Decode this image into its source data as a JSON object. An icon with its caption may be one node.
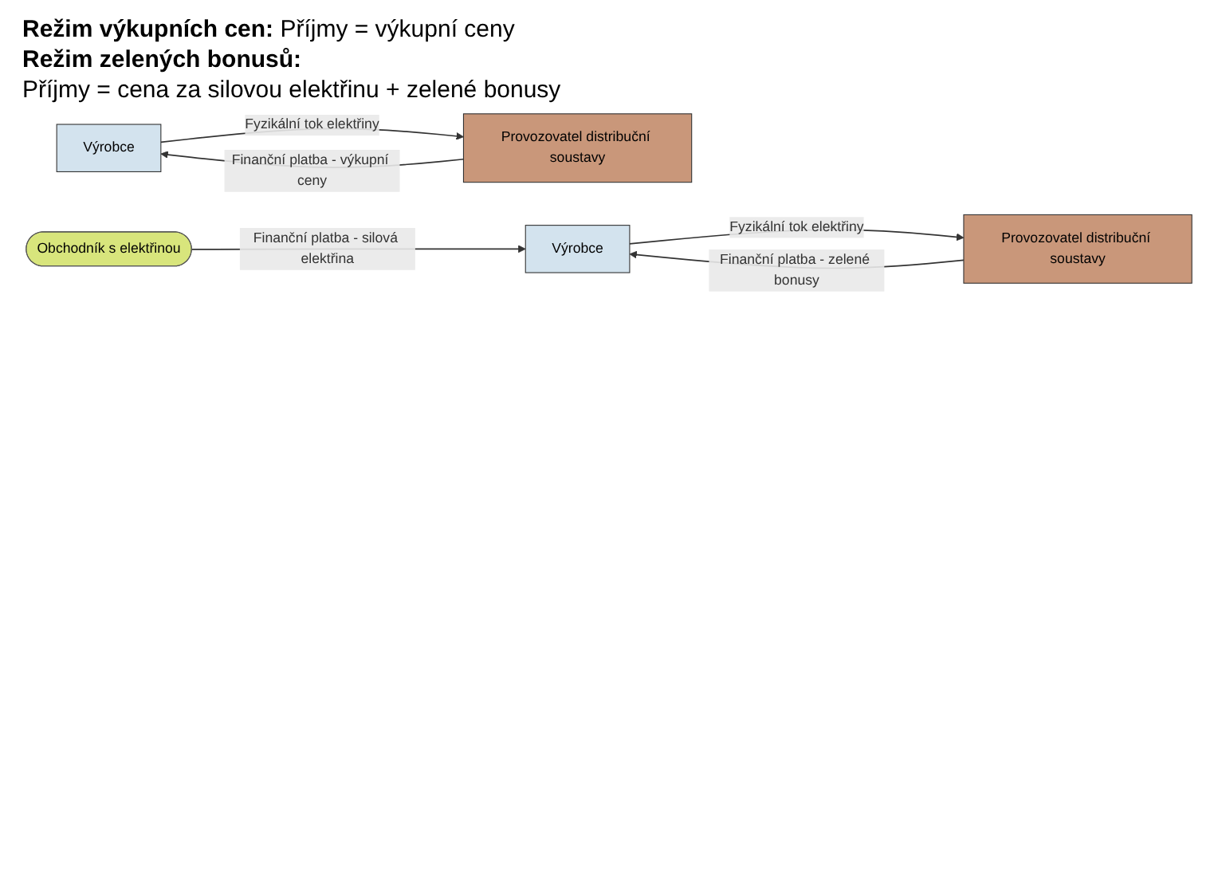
{
  "diagram": {
    "nodes": [
      {
        "text": [
          "Výrobce"
        ]
      },
      {
        "text": [
          "Provozovatel distribuční soustavy"
        ]
      },
      {
        "text": [
          "Obchodník s elektřinou"
        ]
      },
      {
        "text": [
          "Výrobce"
        ]
      },
      {
        "text": [
          "Provozovatel distribuční soustavy"
        ]
      }
    ],
    "edges": [
      {
        "from": 1,
        "to": 0,
        "arrow": "to",
        "label": "Finanční platba - výkupní ceny"
      },
      {
        "from": 0,
        "to": 1,
        "arrow": "to",
        "label": "Fyzikální tok elektřiny"
      },
      {
        "from": 2,
        "to": 3,
        "arrow": "to",
        "label": "Finanční platba - silová elektřina"
      },
      {
        "from": 4,
        "to": 3,
        "arrow": "to",
        "label": "Finanční platba - zelené bonusy"
      },
      {
        "from": 3,
        "to": 4,
        "arrow": "to",
        "label": "Fyzikální tok elektřiny"
      }
    ],
    "labels": [
      "Režim výkupních cen:",
      "Příjmy = výkupní ceny",
      "Režim zelených bonusů:",
      "Příjmy = cena za silovou elektřinu + zelené bonusy"
    ]
  }
}
